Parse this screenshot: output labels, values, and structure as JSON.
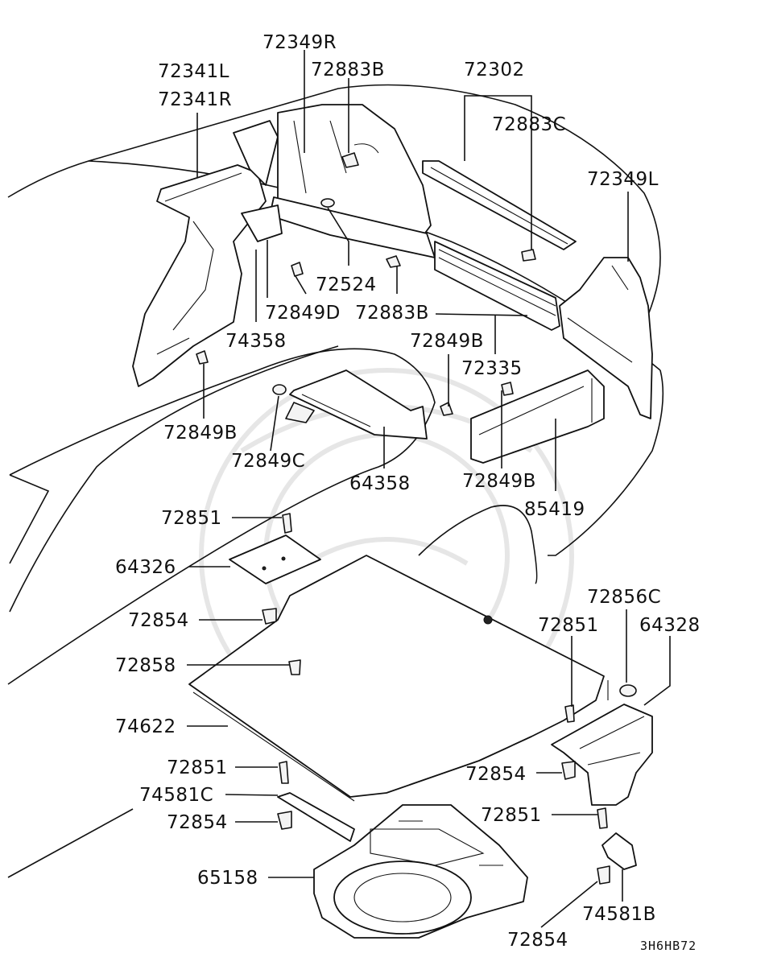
{
  "diagram": {
    "labels": [
      {
        "id": "72349R",
        "text": "72349R"
      },
      {
        "id": "72341L",
        "text": "72341L"
      },
      {
        "id": "72883B-top",
        "text": "72883B"
      },
      {
        "id": "72302",
        "text": "72302"
      },
      {
        "id": "72341R",
        "text": "72341R"
      },
      {
        "id": "72883C",
        "text": "72883C"
      },
      {
        "id": "72349L",
        "text": "72349L"
      },
      {
        "id": "72524",
        "text": "72524"
      },
      {
        "id": "72849D",
        "text": "72849D"
      },
      {
        "id": "72883B-mid",
        "text": "72883B"
      },
      {
        "id": "74358",
        "text": "74358"
      },
      {
        "id": "72849B-a",
        "text": "72849B"
      },
      {
        "id": "72335",
        "text": "72335"
      },
      {
        "id": "72849B-b",
        "text": "72849B"
      },
      {
        "id": "72849C",
        "text": "72849C"
      },
      {
        "id": "64358",
        "text": "64358"
      },
      {
        "id": "72849B-c",
        "text": "72849B"
      },
      {
        "id": "72851-a",
        "text": "72851"
      },
      {
        "id": "85419",
        "text": "85419"
      },
      {
        "id": "64326",
        "text": "64326"
      },
      {
        "id": "72856C",
        "text": "72856C"
      },
      {
        "id": "72854-a",
        "text": "72854"
      },
      {
        "id": "72851-b",
        "text": "72851"
      },
      {
        "id": "64328",
        "text": "64328"
      },
      {
        "id": "72858",
        "text": "72858"
      },
      {
        "id": "74622",
        "text": "74622"
      },
      {
        "id": "72851-c",
        "text": "72851"
      },
      {
        "id": "72854-b",
        "text": "72854"
      },
      {
        "id": "74581C",
        "text": "74581C"
      },
      {
        "id": "72851-d",
        "text": "72851"
      },
      {
        "id": "72854-c",
        "text": "72854"
      },
      {
        "id": "65158",
        "text": "65158"
      },
      {
        "id": "74581B",
        "text": "74581B"
      },
      {
        "id": "72854-d",
        "text": "72854"
      }
    ],
    "drawing_code": "3H6HB72"
  }
}
